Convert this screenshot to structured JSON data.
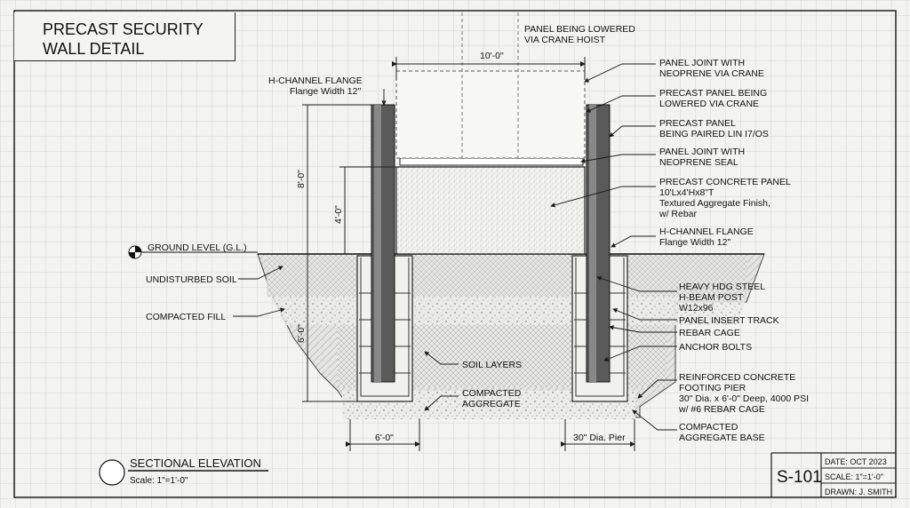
{
  "title": {
    "line1": "PRECAST SECURITY",
    "line2": "WALL DETAIL"
  },
  "labels": {
    "panel_lowered_1": "PANEL BEING LOWERED",
    "panel_lowered_2": "VIA CRANE HOIST",
    "dim_width": "10'-0\"",
    "joint_crane_1": "PANEL JOINT WITH",
    "joint_crane_2": "NEOPRENE VIA CRANE",
    "precast_lowered_1": "PRECAST PANEL BEING",
    "precast_lowered_2": "LOWERED VIA CRANE",
    "precast_paired_1": "PRECAST PANEL",
    "precast_paired_2": "BEING PAIRED LIN I7/OS",
    "joint_seal_1": "PANEL JOINT WITH",
    "joint_seal_2": "NEOPRENE SEAL",
    "concrete_panel_1": "PRECAST CONCRETE PANEL",
    "concrete_panel_2": "10'Lx4'Hx8\"T",
    "concrete_panel_3": "Textured Aggregate Finish,",
    "concrete_panel_4": "w/ Rebar",
    "hchannel_left_1": "H-CHANNEL FLANGE",
    "hchannel_left_2": "Flange Width 12\"",
    "hchannel_right_1": "H-CHANNEL FLANGE",
    "hchannel_right_2": "Flange Width 12\"",
    "dim_8ft": "8'-0\"",
    "dim_4ft": "4'-0\"",
    "dim_6ft_v": "6'-0\"",
    "ground_level": "GROUND LEVEL (G.L.)",
    "undisturbed_soil": "UNDISTURBED SOIL",
    "compacted_fill": "COMPACTED FILL",
    "soil_layers": "SOIL LAYERS",
    "compacted_aggregate_1": "COMPACTED",
    "compacted_aggregate_2": "AGGREGATE",
    "hbeam_1": "HEAVY HDG STEEL",
    "hbeam_2": "H-BEAM POST",
    "hbeam_3": "W12x96",
    "insert_track": "PANEL INSERT TRACK",
    "rebar_cage": "REBAR CAGE",
    "anchor_bolts": "ANCHOR BOLTS",
    "footing_1": "REINFORCED CONCRETE",
    "footing_2": "FOOTING PIER",
    "footing_3": "30\" Dia. x 6'-0\" Deep, 4000 PSI",
    "footing_4": "w/ #6 REBAR CAGE",
    "agg_base_1": "COMPACTED",
    "agg_base_2": "AGGREGATE BASE",
    "dim_6ft_h": "6'-0\"",
    "dim_pier": "30\" Dia. Pier",
    "section_title": "SECTIONAL ELEVATION",
    "section_scale": "Scale: 1\"=1'-0\""
  },
  "titleblock": {
    "sheet": "S-101",
    "date": "DATE: OCT 2023",
    "scale": "SCALE: 1\"=1'-0\"",
    "drawn": "DRAWN: J. SMITH"
  },
  "colors": {
    "ink": "#1a1a1a",
    "grid": "#cfcfcf",
    "paper": "#f3f3f1",
    "steel": "#555555"
  }
}
